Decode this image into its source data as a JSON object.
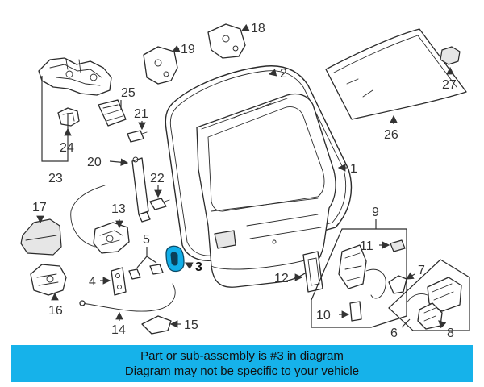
{
  "banner": {
    "line1": "Part or sub-assembly is #3 in diagram",
    "line2": "Diagram may not be specific to your vehicle"
  },
  "highlight_color": "#16b2ea",
  "highlighted_part": "3",
  "callouts": {
    "c1": "1",
    "c2": "2",
    "c3": "3",
    "c4": "4",
    "c5": "5",
    "c6": "6",
    "c7": "7",
    "c8": "8",
    "c9": "9",
    "c10": "10",
    "c11": "11",
    "c12": "12",
    "c13": "13",
    "c14": "14",
    "c15": "15",
    "c16": "16",
    "c17": "17",
    "c18": "18",
    "c19": "19",
    "c20": "20",
    "c21": "21",
    "c22": "22",
    "c23": "23",
    "c24": "24",
    "c25": "25",
    "c26": "26",
    "c27": "27"
  }
}
